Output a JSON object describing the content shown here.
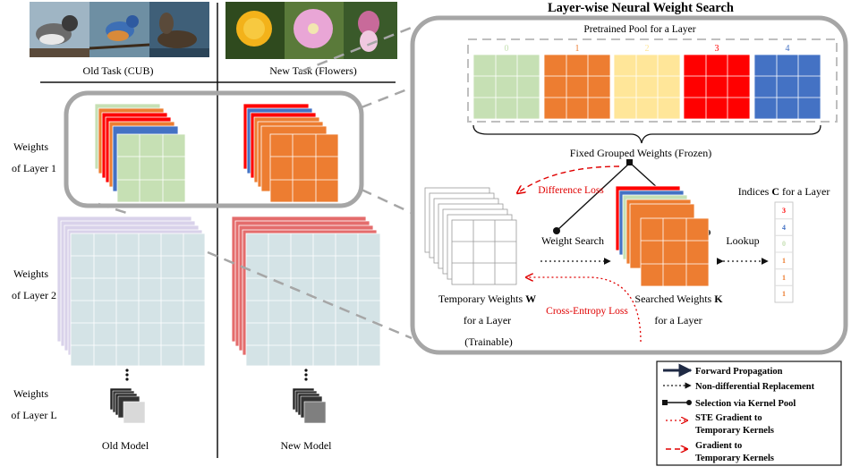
{
  "title": "Layer-wise Neural Weight Search",
  "pool": {
    "label": "Pretrained Pool for a Layer",
    "indices": [
      "0",
      "1",
      "2",
      "3",
      "4"
    ],
    "fixed_label": "Fixed  Grouped Weights (Frozen)"
  },
  "tasks": {
    "old": "Old  Task (CUB)",
    "new": "New Task (Flowers)"
  },
  "layers": {
    "l1_line1": "Weights",
    "l1_line2": "of Layer 1",
    "l2_line1": "Weights",
    "l2_line2": "of Layer 2",
    "lL_line1": "Weights",
    "lL_line2": "of Layer L"
  },
  "models": {
    "old": "Old Model",
    "new": "New Model"
  },
  "search": {
    "difference_loss": "Difference Loss",
    "weight_search": "Weight Search",
    "lookup": "Lookup",
    "indices_prefix": "Indices ",
    "indices_symbol": "C",
    "indices_suffix": " for a Layer",
    "index_values": [
      "3",
      "4",
      "0",
      "1",
      "1",
      "1"
    ],
    "temp_line1": "Temporary Weights ",
    "temp_symbol": "W",
    "temp_line2": "for a Layer",
    "temp_line3": "(Trainable)",
    "cross_entropy": "Cross-Entropy Loss",
    "searched_line1": "Searched Weights  ",
    "searched_symbol": "K",
    "searched_line2": "for a Layer"
  },
  "legend": {
    "forward": "Forward Propagation",
    "nondiff": "Non-differential Replacement",
    "selection": "Selection via Kernel Pool",
    "ste_line1": "STE  Gradient to",
    "ste_line2": "Temporary Kernels",
    "grad_line1": "Gradient to",
    "grad_line2": "Temporary Kernels"
  },
  "colors": {
    "green": "#c6e0b4",
    "orange": "#ed7d31",
    "yellow": "#ffe699",
    "red": "#ff0000",
    "blue": "#4472c4",
    "lightblue": "#dae8ec",
    "arrow_red": "#e00000",
    "frame_gray": "#a6a6a6"
  },
  "icons": [
    "bird-photo",
    "flower-photo"
  ]
}
